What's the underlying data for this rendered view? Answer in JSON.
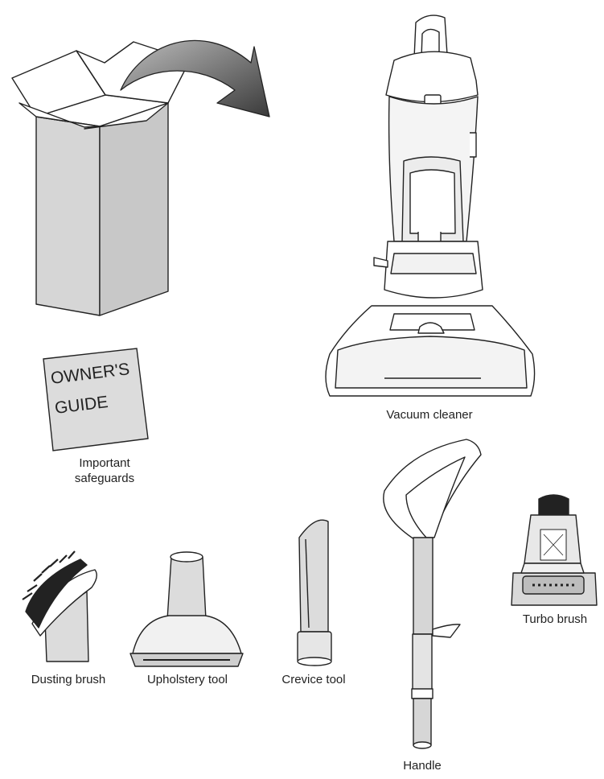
{
  "guide": {
    "title_line1": "OWNER'S",
    "title_line2": "GUIDE"
  },
  "labels": {
    "safeguards_line1": "Important",
    "safeguards_line2": "safeguards",
    "vacuum": "Vacuum cleaner",
    "dusting_brush": "Dusting brush",
    "upholstery_tool": "Upholstery tool",
    "crevice_tool": "Crevice tool",
    "handle": "Handle",
    "turbo_brush": "Turbo brush"
  },
  "colors": {
    "line": "#222222",
    "box_front": "#d9d9d9",
    "box_side": "#c4c4c4",
    "arrow": "#555555",
    "booklet": "#dcdcdc"
  }
}
